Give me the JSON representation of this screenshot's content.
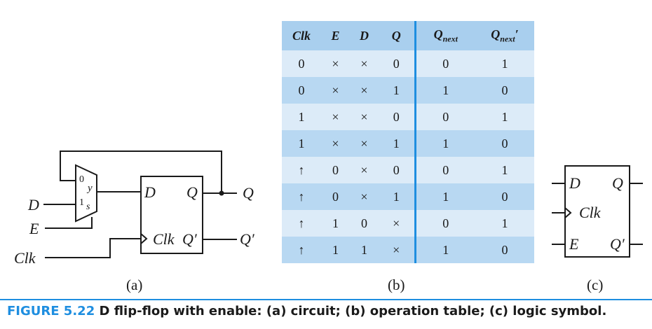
{
  "circuit": {
    "mux_in0": "0",
    "mux_in1": "1",
    "mux_out": "y",
    "mux_sel": "s",
    "input_d": "D",
    "input_e": "E",
    "input_clk": "Clk",
    "ff_d": "D",
    "ff_q": "Q",
    "ff_clk": "Clk",
    "ff_qbar": "Q′",
    "out_q": "Q",
    "out_qbar": "Q′"
  },
  "table": {
    "headers": [
      "Clk",
      "E",
      "D",
      "Q",
      "Q",
      "Q"
    ],
    "header_subs": [
      "",
      "",
      "",
      "",
      "next",
      "next"
    ],
    "header_primes": [
      "",
      "",
      "",
      "",
      "",
      "′"
    ],
    "rows": [
      [
        "0",
        "×",
        "×",
        "0",
        "0",
        "1"
      ],
      [
        "0",
        "×",
        "×",
        "1",
        "1",
        "0"
      ],
      [
        "1",
        "×",
        "×",
        "0",
        "0",
        "1"
      ],
      [
        "1",
        "×",
        "×",
        "1",
        "1",
        "0"
      ],
      [
        "↑",
        "0",
        "×",
        "0",
        "0",
        "1"
      ],
      [
        "↑",
        "0",
        "×",
        "1",
        "1",
        "0"
      ],
      [
        "↑",
        "1",
        "0",
        "×",
        "0",
        "1"
      ],
      [
        "↑",
        "1",
        "1",
        "×",
        "1",
        "0"
      ]
    ]
  },
  "symbol": {
    "d": "D",
    "q": "Q",
    "clk": "Clk",
    "e": "E",
    "qbar": "Q′"
  },
  "labels": {
    "a": "(a)",
    "b": "(b)",
    "c": "(c)"
  },
  "caption": {
    "figure_number": "FIGURE 5.22",
    "text": "D flip-flop with enable: (a) circuit; (b) operation table; (c) logic symbol."
  },
  "colors": {
    "accent": "#1e8ee0",
    "table_header": "#a9cfee",
    "table_row_light": "#dcebf8",
    "table_row_dark": "#b8d8f2"
  }
}
